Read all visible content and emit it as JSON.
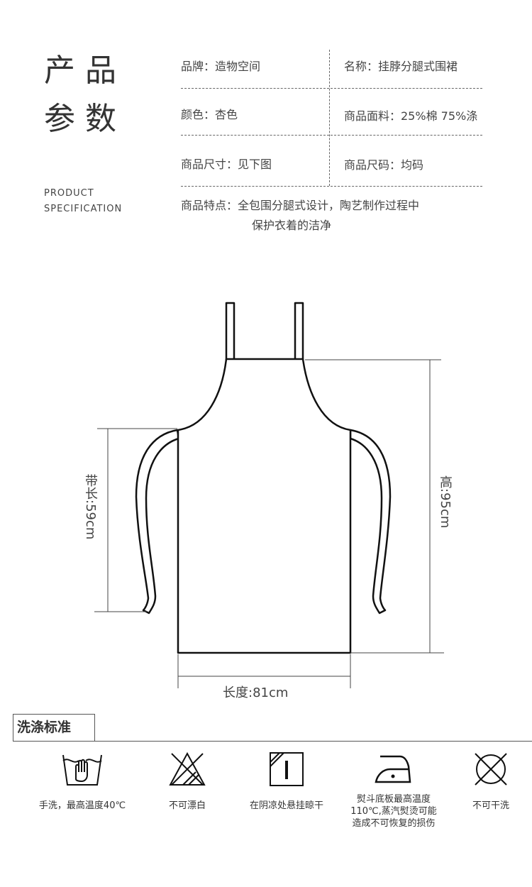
{
  "header": {
    "title_line1": "产品",
    "title_line2": "参数",
    "en_line1": "PRODUCT",
    "en_line2": "SPECIFICATION"
  },
  "specs": {
    "brand": "品牌：造物空间",
    "name": "名称：挂脖分腿式围裙",
    "color": "颜色：杏色",
    "fabric": "商品面料：25%棉 75%涤",
    "size": "商品尺寸：见下图",
    "size_code": "商品尺码：均码",
    "feature_line1": "商品特点：全包围分腿式设计，陶艺制作过程中",
    "feature_line2": "保护衣着的洁净"
  },
  "diagram": {
    "strap_length": "带长:59cm",
    "height": "高:95cm",
    "width": "长度:81cm"
  },
  "washing": {
    "title": "洗涤标准",
    "items": [
      {
        "icon": "hand-wash-icon",
        "label": "手洗，最高温度40℃"
      },
      {
        "icon": "no-bleach-icon",
        "label": "不可漂白"
      },
      {
        "icon": "shade-dry-icon",
        "label": "在阴凉处悬挂晾干"
      },
      {
        "icon": "iron-icon",
        "label": "熨斗底板最高温度 110℃,蒸汽熨烫可能造成不可恢复的损伤"
      },
      {
        "icon": "no-dry-clean-icon",
        "label": "不可干洗"
      }
    ]
  }
}
